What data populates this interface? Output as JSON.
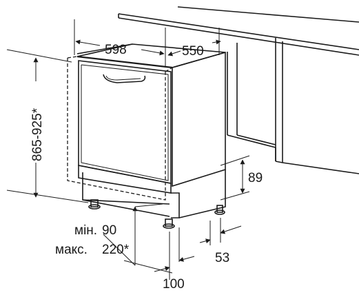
{
  "dimensions": {
    "width": "598",
    "depth": "550",
    "height": "865-925*",
    "plinth_height": "89",
    "recess_min": "мін.",
    "recess_max_label": "макс.",
    "recess_min_value": "90",
    "recess_max_value": "220*",
    "plinth_depth": "100",
    "back_offset": "53"
  }
}
